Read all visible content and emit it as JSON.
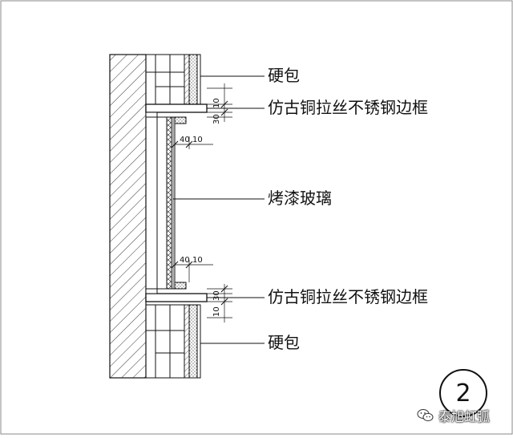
{
  "labels": {
    "hard_top": "硬包",
    "frame_top": "仿古铜拉丝不锈钢边框",
    "glass": "烤漆玻璃",
    "frame_bottom": "仿古铜拉丝不锈钢边框",
    "hard_bottom": "硬包"
  },
  "dimensions": {
    "top_a": "10",
    "top_b": "30",
    "mid_top": "40",
    "mid_top_b": "10",
    "mid_bottom": "40",
    "mid_bottom_b": "10",
    "bottom_a": "30",
    "bottom_b": "10"
  },
  "detail_number": "2",
  "watermark": "泰旭虹弧"
}
